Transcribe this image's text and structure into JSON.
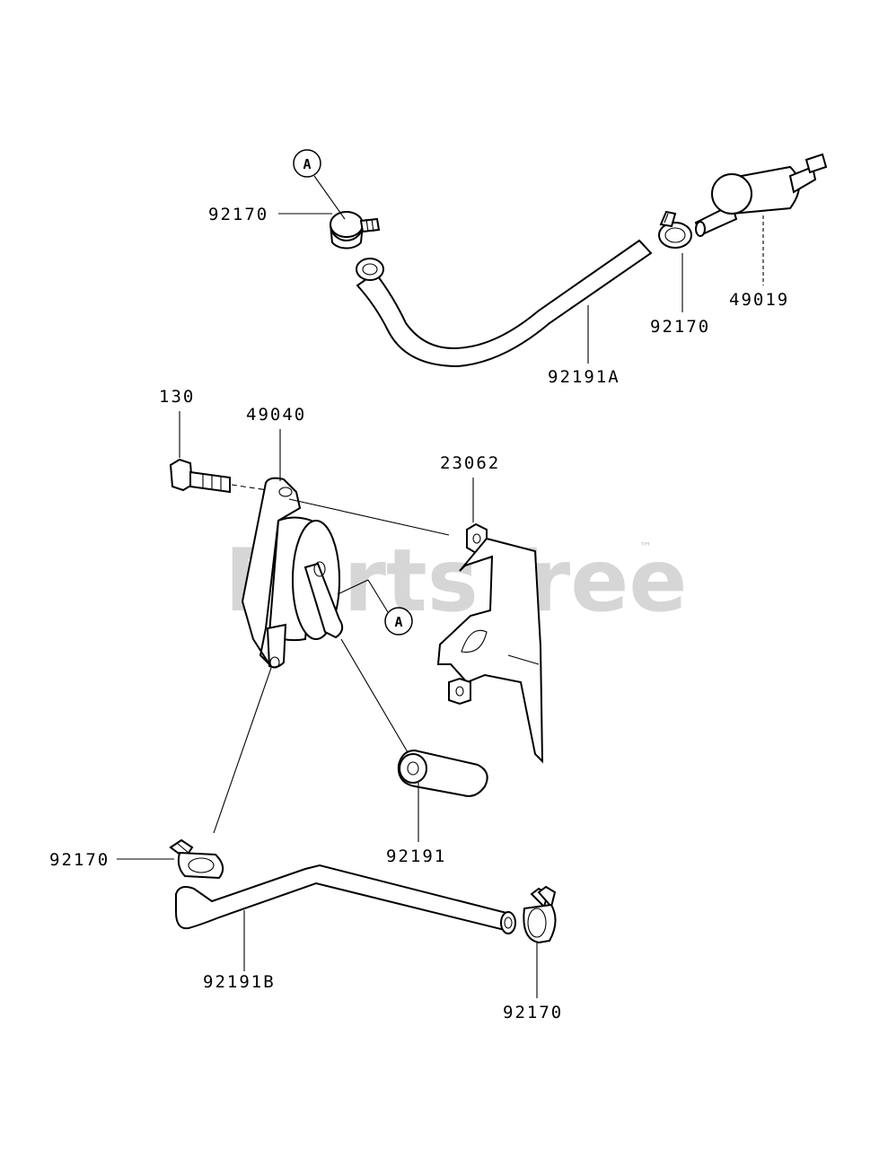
{
  "watermark": {
    "text": "PartsTree",
    "trademark": "™"
  },
  "callouts": [
    {
      "id": "callout-a-top",
      "letter": "A"
    },
    {
      "id": "callout-a-middle",
      "letter": "A"
    }
  ],
  "labels": {
    "clamp_top_left": "92170",
    "clamp_top_right": "92170",
    "fuel_filter": "49019",
    "hose_top": "92191A",
    "bolt": "130",
    "fuel_pump": "49040",
    "bracket": "23062",
    "hose_short": "92191",
    "clamp_bottom_left": "92170",
    "hose_bottom": "92191B",
    "clamp_bottom_right": "92170"
  }
}
